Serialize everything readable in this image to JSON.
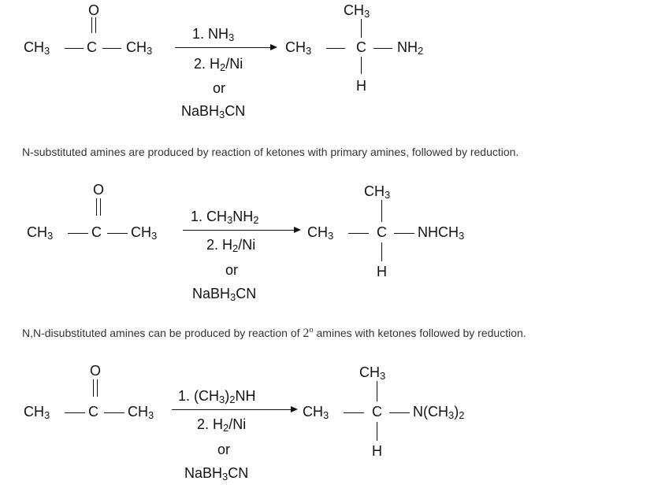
{
  "reactions": [
    {
      "reactant": {
        "o": "O",
        "left": "CH3",
        "center": "C",
        "right": "CH3"
      },
      "reagents": {
        "step1": "1. NH3",
        "step2": "2. H2/Ni",
        "or": "or",
        "alt": "NaBH3CN"
      },
      "product": {
        "top": "CH3",
        "left": "CH3",
        "center": "C",
        "right": "NH2",
        "bottom": "H"
      }
    },
    {
      "reactant": {
        "o": "O",
        "left": "CH3",
        "center": "C",
        "right": "CH3"
      },
      "reagents": {
        "step1": "1. CH3NH2",
        "step2": "2. H2/Ni",
        "or": "or",
        "alt": "NaBH3CN"
      },
      "product": {
        "top": "CH3",
        "left": "CH3",
        "center": "C",
        "right": "NHCH3",
        "bottom": "H"
      }
    },
    {
      "reactant": {
        "o": "O",
        "left": "CH3",
        "center": "C",
        "right": "CH3"
      },
      "reagents": {
        "step1": "1. (CH3)2NH",
        "step2": "2. H2/Ni",
        "or": "or",
        "alt": "NaBH3CN"
      },
      "product": {
        "top": "CH3",
        "left": "CH3",
        "center": "C",
        "right": "N(CH3)2",
        "bottom": "H"
      }
    }
  ],
  "captions": {
    "first": "N-substituted amines are produced by reaction of ketones with primary amines, followed by reduction.",
    "second_pre": "N,N-disubstituted amines can be produced by reaction of ",
    "second_num": "2",
    "second_sup": "o",
    "second_post": " amines with ketones followed by reduction."
  }
}
